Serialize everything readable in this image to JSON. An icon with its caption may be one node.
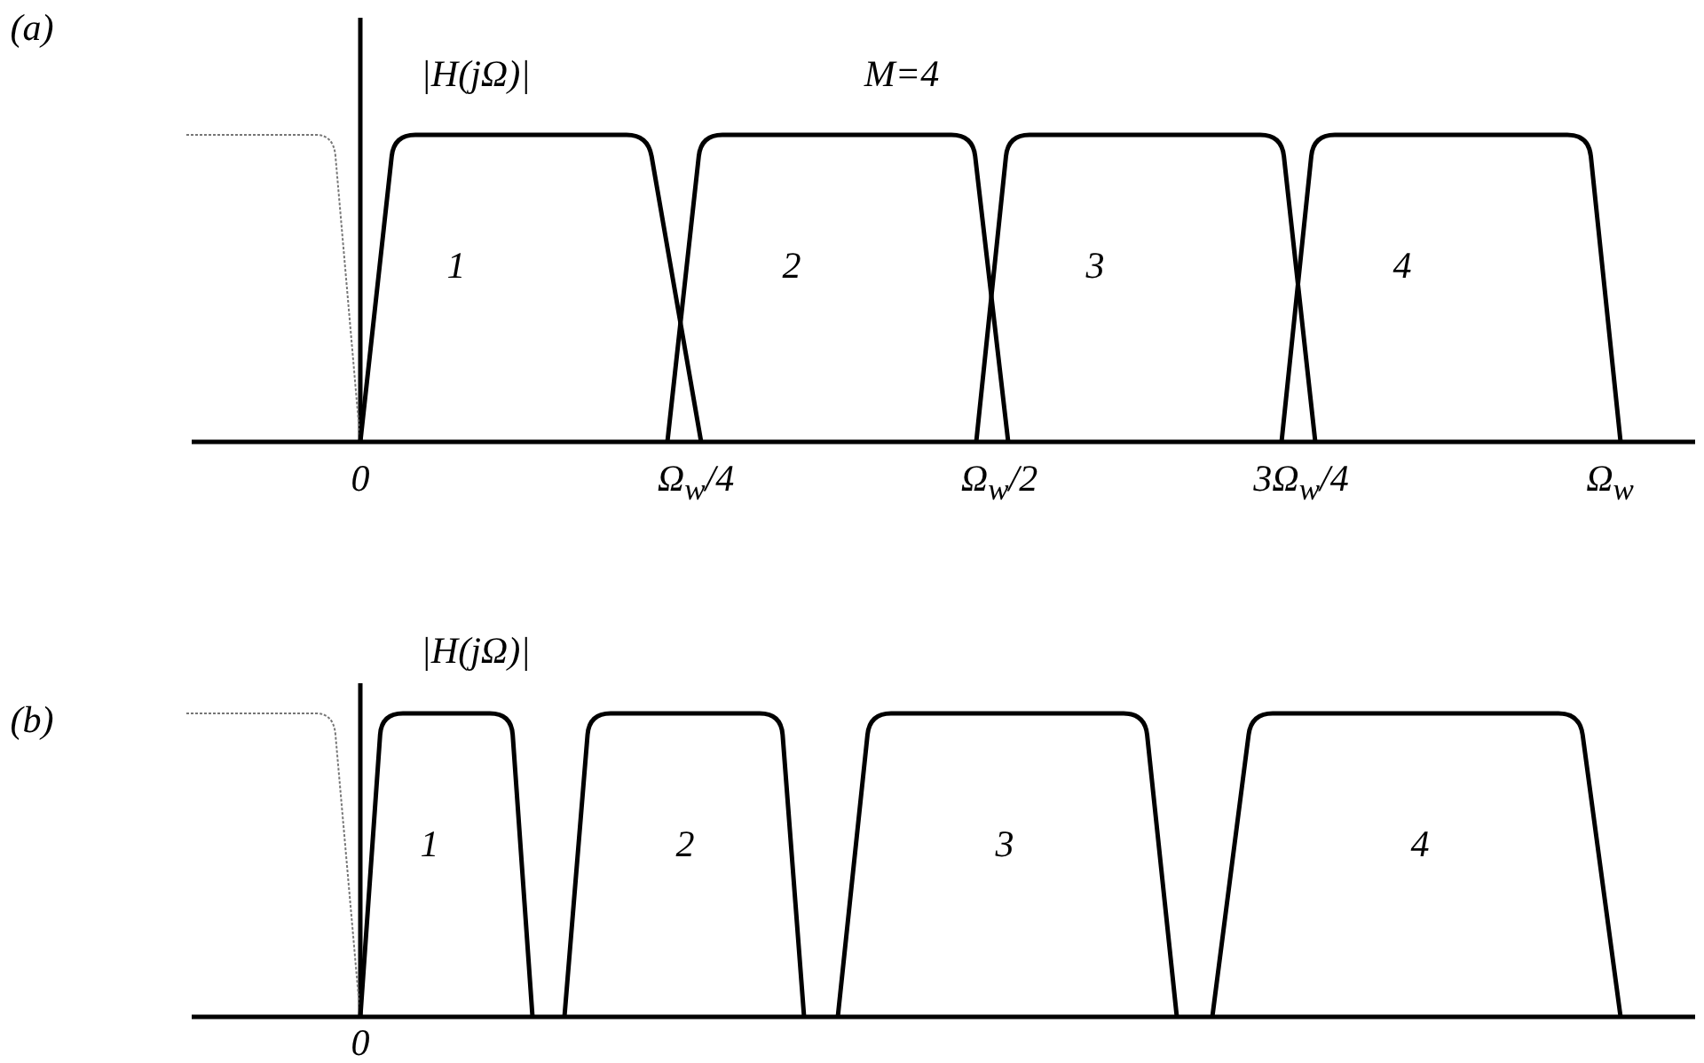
{
  "diagram": {
    "nodes": [
      {
        "text": [
          "1"
        ]
      },
      {
        "text": [
          "2"
        ]
      },
      {
        "text": [
          "3"
        ]
      },
      {
        "text": [
          "4"
        ]
      },
      {
        "text": [
          "1"
        ]
      },
      {
        "text": [
          "2"
        ]
      },
      {
        "text": [
          "3"
        ]
      },
      {
        "text": [
          "4"
        ]
      }
    ],
    "labels": [
      "(a)",
      "|H(jΩ)|",
      "M=4",
      "0",
      "Ω$_{w}$/4",
      "Ω$_{w}$/2",
      "3Ω$_{w}$/4",
      "Ω$_{w}$",
      "(b)",
      "|H(jΩ)|",
      "0"
    ]
  }
}
